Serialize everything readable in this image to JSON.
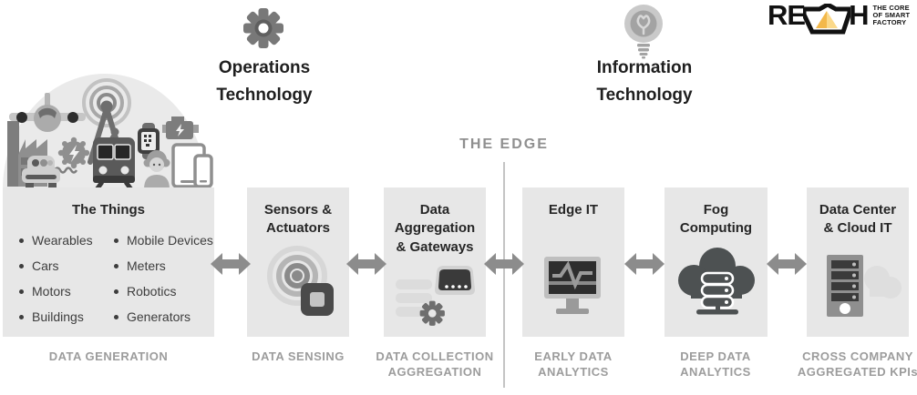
{
  "colors": {
    "box_bg": "#e7e7e7",
    "dome_bg": "#eaeaea",
    "arrow": "#8c8c8c",
    "caption_text": "#9c9c9c",
    "title_text": "#262626",
    "edge_text": "#8f8f8f",
    "logo_black": "#111111",
    "logo_yellow": "#f3b84a"
  },
  "header": {
    "operations_technology": {
      "line1": "Operations",
      "line2": "Technology"
    },
    "information_technology": {
      "line1": "Information",
      "line2": "Technology"
    },
    "reach_logo": {
      "prefix": "RE",
      "suffix": "H",
      "tagline_line1": "THE CORE",
      "tagline_line2": "OF SMART",
      "tagline_line3": "FACTORY"
    }
  },
  "edge": {
    "label": "THE EDGE"
  },
  "stages": [
    {
      "title": "The Things",
      "caption": "DATA GENERATION",
      "items_left": [
        "Wearables",
        "Cars",
        "Motors",
        "Buildings"
      ],
      "items_right": [
        "Mobile Devices",
        "Meters",
        "Robotics",
        "Generators"
      ]
    },
    {
      "title": "Sensors & Actuators",
      "caption": "DATA SENSING",
      "icon": "sensor-signal-icon"
    },
    {
      "title": "Data Aggregation & Gateways",
      "caption": "DATA COLLECTION AGGREGATION",
      "icon": "gateway-router-icon"
    },
    {
      "title": "Edge IT",
      "caption": "EARLY DATA ANALYTICS",
      "icon": "monitor-pulse-icon"
    },
    {
      "title": "Fog Computing",
      "caption": "DEEP DATA ANALYTICS",
      "icon": "cloud-servers-icon"
    },
    {
      "title": "Data Center & Cloud IT",
      "caption": "CROSS COMPANY AGGREGATED KPIs",
      "icon": "server-tower-cloud-icon"
    }
  ]
}
